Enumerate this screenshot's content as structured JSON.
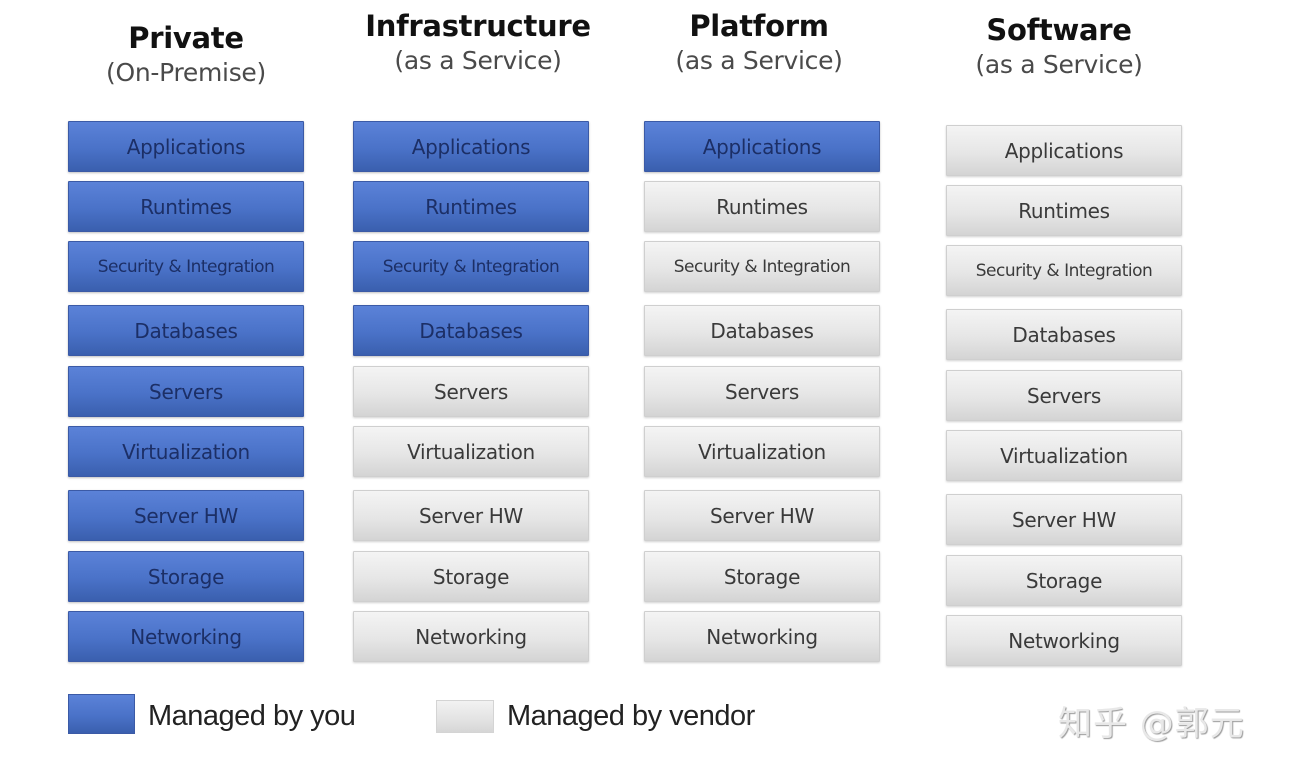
{
  "diagram": {
    "columns": [
      {
        "title": "Private",
        "subtitle": "(On-Premise)",
        "layers": [
          {
            "label": "Applications",
            "managed_by": "you"
          },
          {
            "label": "Runtimes",
            "managed_by": "you"
          },
          {
            "label": "Security & Integration",
            "managed_by": "you"
          },
          {
            "label": "Databases",
            "managed_by": "you"
          },
          {
            "label": "Servers",
            "managed_by": "you"
          },
          {
            "label": "Virtualization",
            "managed_by": "you"
          },
          {
            "label": "Server HW",
            "managed_by": "you"
          },
          {
            "label": "Storage",
            "managed_by": "you"
          },
          {
            "label": "Networking",
            "managed_by": "you"
          }
        ]
      },
      {
        "title": "Infrastructure",
        "subtitle": "(as a Service)",
        "layers": [
          {
            "label": "Applications",
            "managed_by": "you"
          },
          {
            "label": "Runtimes",
            "managed_by": "you"
          },
          {
            "label": "Security & Integration",
            "managed_by": "you"
          },
          {
            "label": "Databases",
            "managed_by": "you"
          },
          {
            "label": "Servers",
            "managed_by": "vendor"
          },
          {
            "label": "Virtualization",
            "managed_by": "vendor"
          },
          {
            "label": "Server HW",
            "managed_by": "vendor"
          },
          {
            "label": "Storage",
            "managed_by": "vendor"
          },
          {
            "label": "Networking",
            "managed_by": "vendor"
          }
        ]
      },
      {
        "title": "Platform",
        "subtitle": "(as a Service)",
        "layers": [
          {
            "label": "Applications",
            "managed_by": "you"
          },
          {
            "label": "Runtimes",
            "managed_by": "vendor"
          },
          {
            "label": "Security & Integration",
            "managed_by": "vendor"
          },
          {
            "label": "Databases",
            "managed_by": "vendor"
          },
          {
            "label": "Servers",
            "managed_by": "vendor"
          },
          {
            "label": "Virtualization",
            "managed_by": "vendor"
          },
          {
            "label": "Server HW",
            "managed_by": "vendor"
          },
          {
            "label": "Storage",
            "managed_by": "vendor"
          },
          {
            "label": "Networking",
            "managed_by": "vendor"
          }
        ]
      },
      {
        "title": "Software",
        "subtitle": "(as a Service)",
        "layers": [
          {
            "label": "Applications",
            "managed_by": "vendor"
          },
          {
            "label": "Runtimes",
            "managed_by": "vendor"
          },
          {
            "label": "Security & Integration",
            "managed_by": "vendor"
          },
          {
            "label": "Databases",
            "managed_by": "vendor"
          },
          {
            "label": "Servers",
            "managed_by": "vendor"
          },
          {
            "label": "Virtualization",
            "managed_by": "vendor"
          },
          {
            "label": "Server HW",
            "managed_by": "vendor"
          },
          {
            "label": "Storage",
            "managed_by": "vendor"
          },
          {
            "label": "Networking",
            "managed_by": "vendor"
          }
        ]
      }
    ]
  },
  "legend": {
    "you": {
      "label": "Managed by you",
      "color": "#4a72c8"
    },
    "vendor": {
      "label": "Managed by vendor",
      "color": "#e3e3e3"
    }
  },
  "watermark": "知乎 @郭元"
}
